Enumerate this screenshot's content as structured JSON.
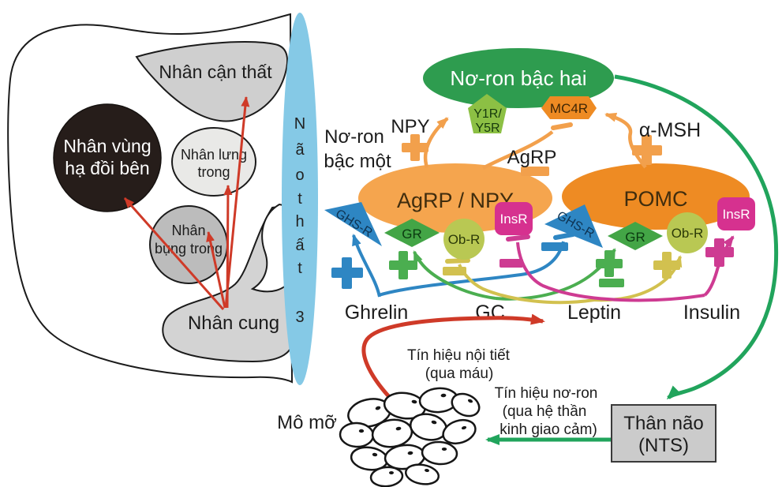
{
  "palette": {
    "ventricle_blue": "#85C9E6",
    "second_order_green": "#2E9C4F",
    "agrp_npy_orange": "#F5A54E",
    "pomc_orange": "#EE8B23",
    "receptor_light_green": "#8CC044",
    "ghsr_blue": "#2E86C3",
    "gr_green": "#43A546",
    "obr_olive": "#B9C853",
    "insr_magenta": "#D6318F",
    "ghrelin_blue": "#2E86C3",
    "gc_green": "#4BAE50",
    "leptin_yellow": "#D2C14F",
    "insulin_magenta": "#CE3B92",
    "orange_signal": "#F2A04C",
    "red_arrow": "#CF3A28",
    "nts_green": "#21A45C",
    "nucleus_gray": "#CFCFCF",
    "dark_nucleus": "#261d1a",
    "box_gray": "#CBCBCB"
  },
  "hypothalamus": {
    "ventricle": {
      "letters": [
        "N",
        "ã",
        "o",
        "t",
        "h",
        "ấ",
        "t",
        "3"
      ]
    },
    "nuclei": {
      "paraventricular": "Nhân cận thất",
      "lateral": {
        "line1": "Nhân vùng",
        "line2": "hạ đồi bên"
      },
      "dorsomedial": {
        "line1": "Nhân lưng",
        "line2": "trong"
      },
      "ventromedial": {
        "line1": "Nhân",
        "line2": "bụng trong"
      },
      "arcuate": "Nhân cung"
    }
  },
  "neurons": {
    "second_order": "Nơ-ron bậc hai",
    "first_order": {
      "line1": "Nơ-ron",
      "line2": "bậc một"
    },
    "agrp_npy": "AgRP / NPY",
    "pomc": "POMC"
  },
  "receptors": {
    "y1r_y5r": {
      "line1": "Y1R/",
      "line2": "Y5R"
    },
    "mc4r": "MC4R",
    "ghs_r": "GHS-R",
    "gr": "GR",
    "ob_r": "Ob-R",
    "ins_r": "InsR"
  },
  "neuropeptides": {
    "npy": "NPY",
    "agrp": "AgRP",
    "a_msh": "α-MSH"
  },
  "hormones": {
    "ghrelin": "Ghrelin",
    "gc": "GC",
    "leptin": "Leptin",
    "insulin": "Insulin"
  },
  "peripheral": {
    "adipose_label": "Mô mỡ",
    "endocrine_signal": {
      "line1": "Tín hiệu nội tiết",
      "line2": "(qua máu)"
    },
    "neural_signal": {
      "line1": "Tín hiệu nơ-ron",
      "line2": "(qua hệ thần",
      "line3": "kinh giao cảm)"
    },
    "brainstem": {
      "line1": "Thân não",
      "line2": "(NTS)"
    }
  }
}
